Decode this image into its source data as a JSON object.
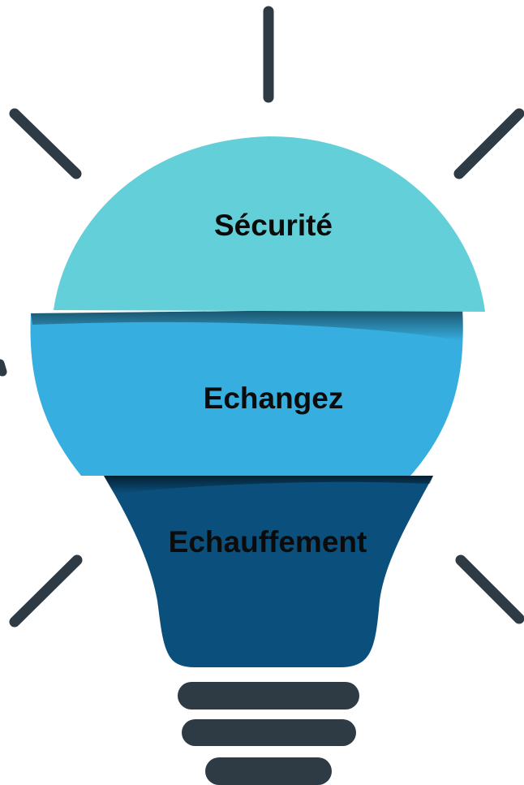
{
  "diagram": {
    "type": "lightbulb-segments",
    "segments": [
      {
        "id": "top",
        "label": "Sécurité",
        "color": "#63cfd8"
      },
      {
        "id": "middle",
        "label": "Echangez",
        "color": "#37aee0"
      },
      {
        "id": "bottom",
        "label": "Echauffement",
        "color": "#0b4f7c"
      }
    ],
    "base_color": "#2e3a44",
    "ray_color": "#2e3a44",
    "label_color": "#0b0b0b"
  }
}
